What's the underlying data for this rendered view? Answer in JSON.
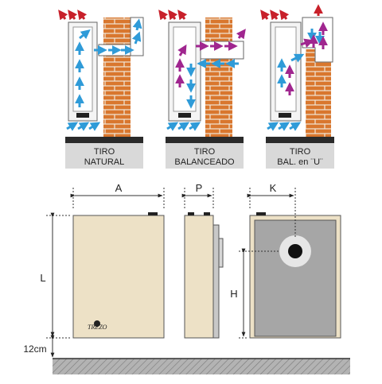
{
  "panels": [
    {
      "line1": "TIRO",
      "line2": "NATURAL"
    },
    {
      "line1": "TIRO",
      "line2": "BALANCEADO"
    },
    {
      "line1": "TIRO",
      "line2": "BAL. en ¨U¨"
    }
  ],
  "dimensions": {
    "width_label": "A",
    "depth_label": "P",
    "flue_offset_label": "K",
    "height_label": "L",
    "flue_height_label": "H",
    "clearance_label": "12cm"
  },
  "brand_logo_text": "TREZO",
  "colors": {
    "heater_body": "#EDE1C6",
    "heater_back": "#A6A6A6",
    "brick": "#D9772E",
    "mortar": "#F1E7D8",
    "flow_blue": "#2F9BD8",
    "flow_purple": "#A0268F",
    "exhaust_red": "#C8202A",
    "floor": "#9A9A9A",
    "label_band": "#D9D9D9",
    "base_dark": "#2A2A2A"
  }
}
